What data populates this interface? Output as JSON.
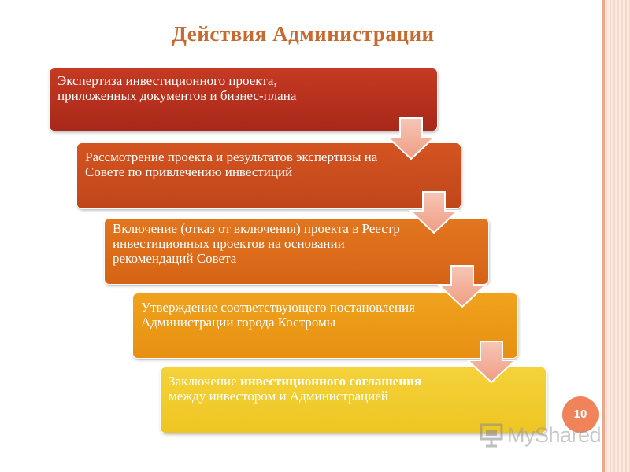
{
  "title": "Действия Администрации",
  "steps": [
    {
      "text": "Экспертиза инвестиционного проекта, приложенных документов и бизнес-плана"
    },
    {
      "text": "Рассмотрение проекта и результатов экспертизы на Совете по привлечению инвестиций"
    },
    {
      "text": "Включение (отказ от включения) проекта в Реестр инвестиционных проектов на основании рекомендаций Совета"
    },
    {
      "text": "Утверждение соответствующего постановления Администрации города Костромы"
    },
    {
      "prefix": "Заключение ",
      "bold": "инвестиционного соглашения",
      "suffix": " между инвестором и Администрацией"
    }
  ],
  "page_number": "10",
  "watermark": "MyShared",
  "colors": {
    "title": "#c8692f",
    "step1": "#b8301d",
    "step2": "#cc4d1d",
    "step3": "#dd6c1a",
    "step4": "#eb9916",
    "step5": "#f1cc2e",
    "badge": "#f0835a"
  }
}
